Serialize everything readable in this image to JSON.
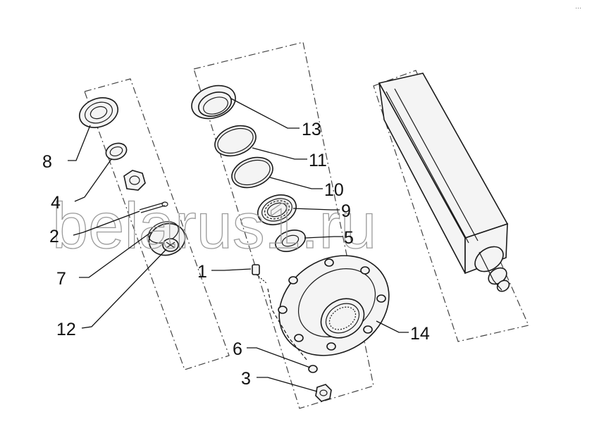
{
  "corner_text": "…",
  "watermark": "belarus1.ru",
  "callouts": [
    {
      "id": "c13",
      "label": "13"
    },
    {
      "id": "c11",
      "label": "11"
    },
    {
      "id": "c10",
      "label": "10"
    },
    {
      "id": "c9",
      "label": "9"
    },
    {
      "id": "c5",
      "label": "5"
    },
    {
      "id": "c8",
      "label": "8"
    },
    {
      "id": "c4",
      "label": "4"
    },
    {
      "id": "c2",
      "label": "2"
    },
    {
      "id": "c7",
      "label": "7"
    },
    {
      "id": "c12",
      "label": "12"
    },
    {
      "id": "c1",
      "label": "1"
    },
    {
      "id": "c14",
      "label": "14"
    },
    {
      "id": "c6",
      "label": "6"
    },
    {
      "id": "c3",
      "label": "3"
    }
  ]
}
